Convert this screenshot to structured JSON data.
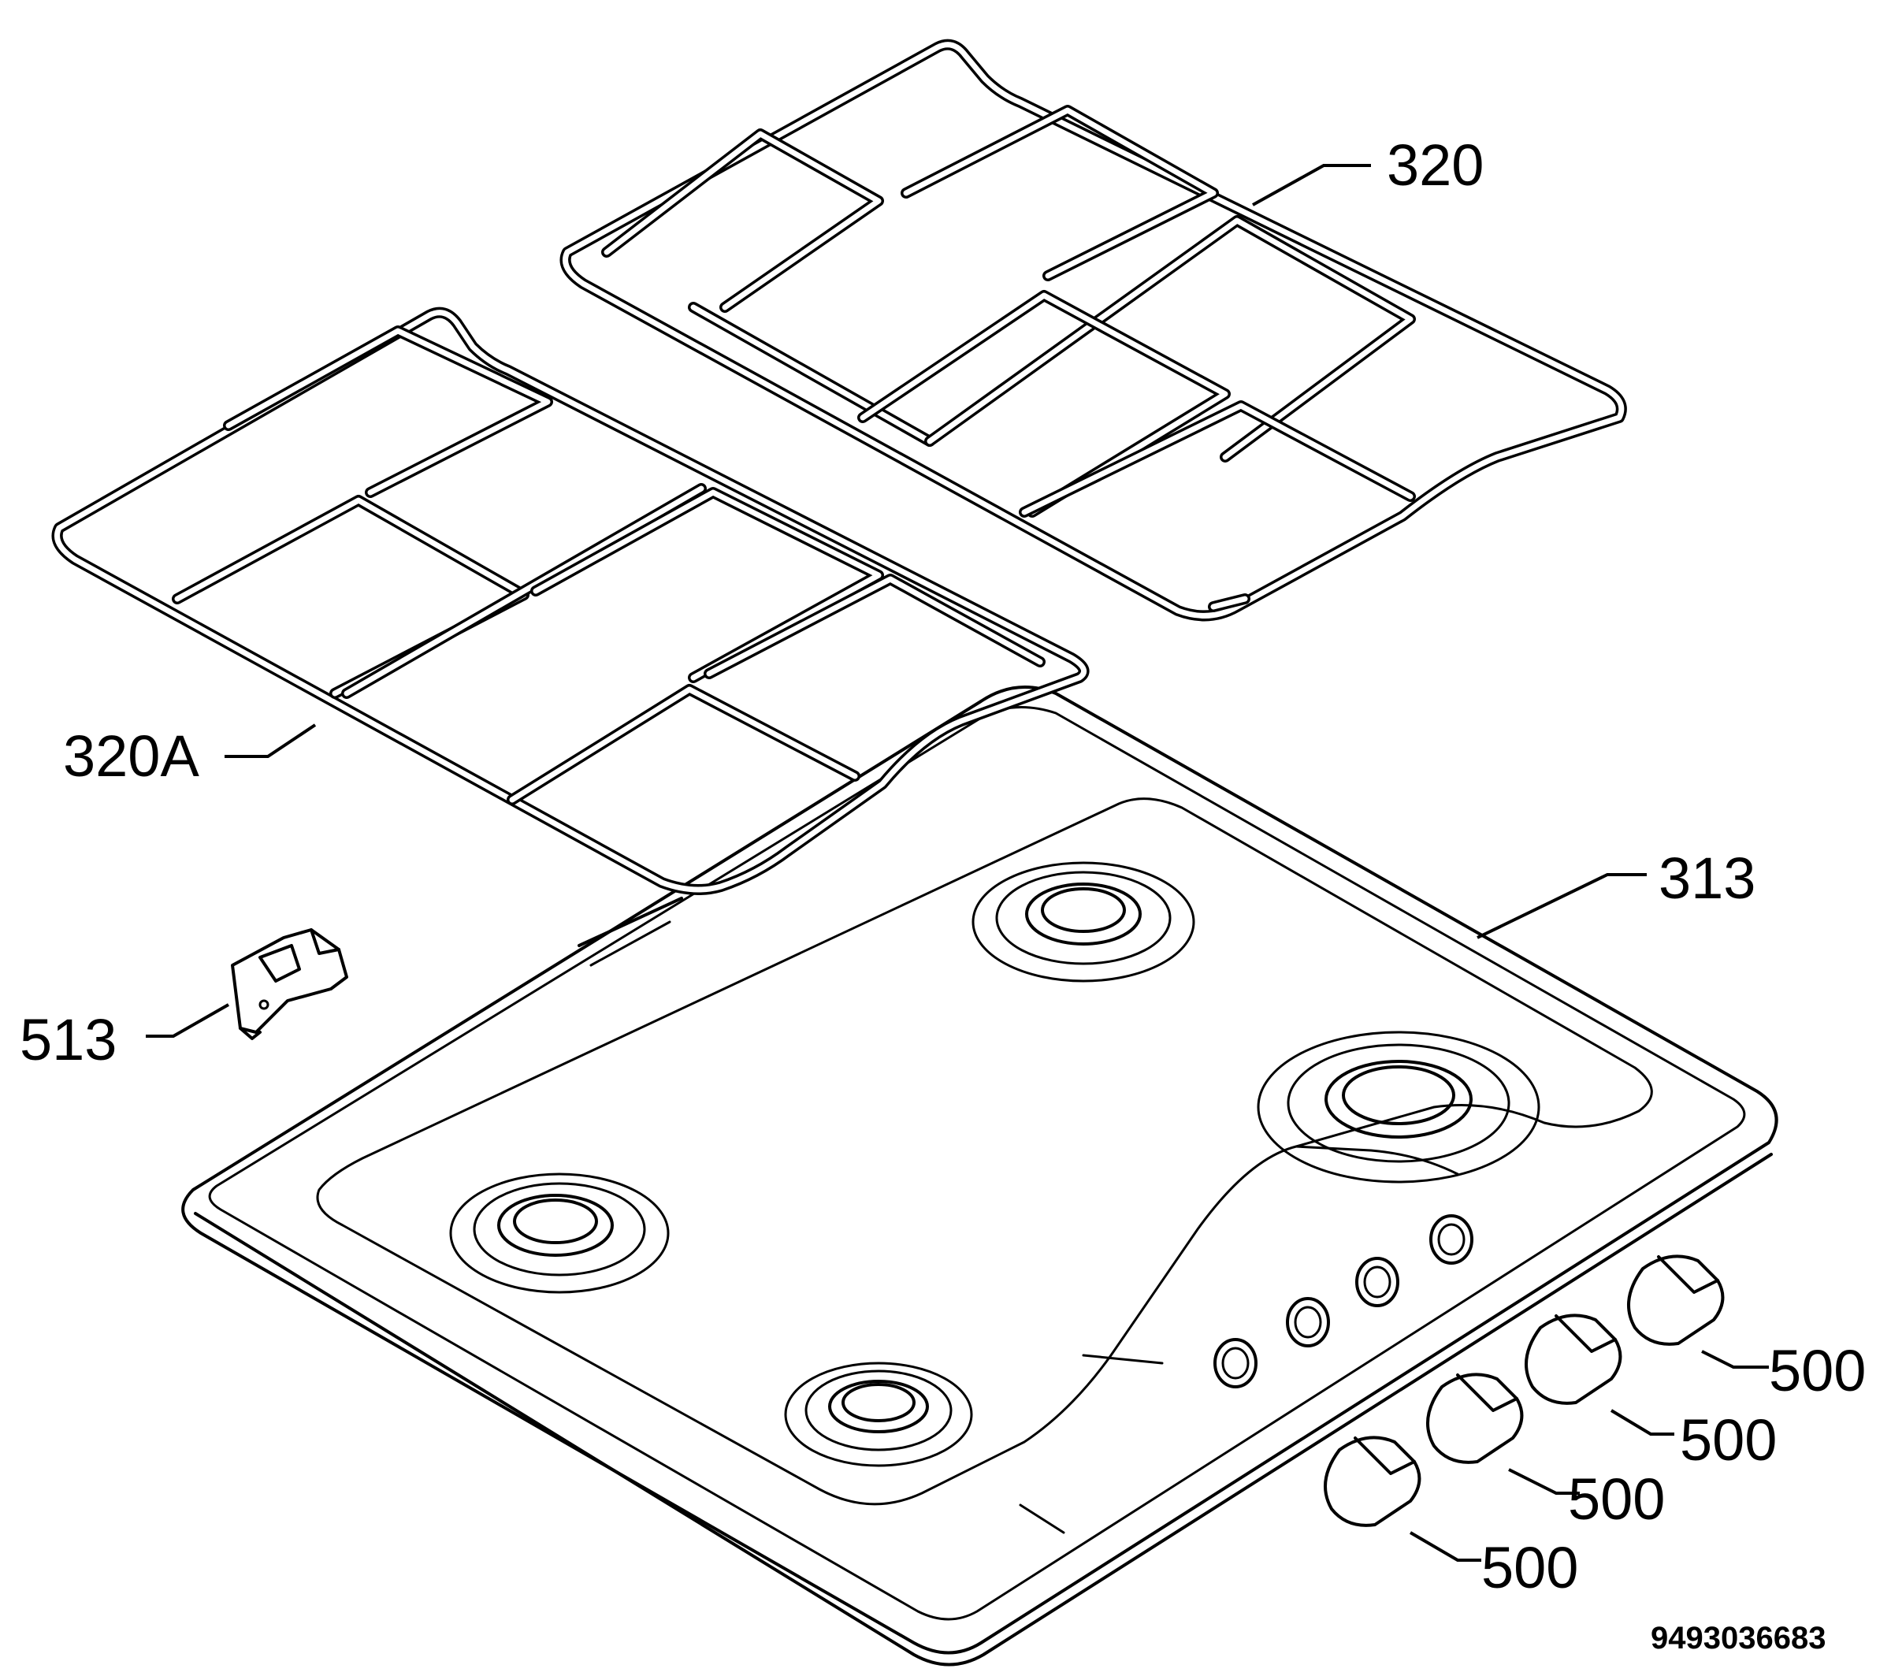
{
  "callouts": {
    "grid_right": "320",
    "grid_left": "320A",
    "hob_top": "313",
    "clip": "513",
    "knob_1": "500",
    "knob_2": "500",
    "knob_3": "500",
    "knob_4": "500"
  },
  "document_number": "9493036683"
}
